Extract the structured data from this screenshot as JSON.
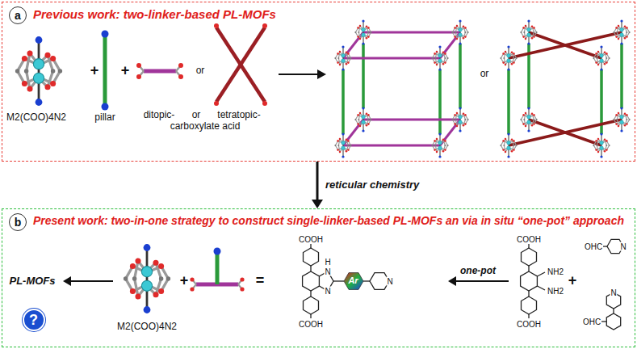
{
  "diagram": {
    "nodes": [
      {
        "text": [
          "Previous work: two-linker-based PL-MOFs"
        ]
      },
      {
        "text": [
          "a"
        ],
        "in": 0
      },
      {
        "text": [
          "Present work: two-in-one strategy to construct single-linker-based PL-MOFs an via in situ “one-pot” approach"
        ]
      },
      {
        "text": [
          "b"
        ],
        "in": 2
      },
      {
        "text": [
          "?"
        ],
        "in": 2
      },
      {
        "text": [
          "Ar"
        ],
        "in": 2
      }
    ],
    "edges": [
      {
        "from": 0,
        "to": 2,
        "arrow": "to",
        "label": "reticular chemistry"
      }
    ],
    "labels": [
      "M2(COO)4N2",
      "+",
      "pillar",
      "+",
      "ditopic-",
      "or",
      "or",
      "tetratopic-",
      "carboxylate acid",
      "or",
      "PL-MOFs",
      "M2(COO)4N2",
      "+",
      "=",
      "COOH",
      "H",
      "N",
      "N",
      "N",
      "COOH",
      "one-pot",
      "COOH",
      "NH2",
      "NH2",
      "COOH",
      "+",
      "OHC",
      "N",
      "OHC",
      "N"
    ]
  }
}
